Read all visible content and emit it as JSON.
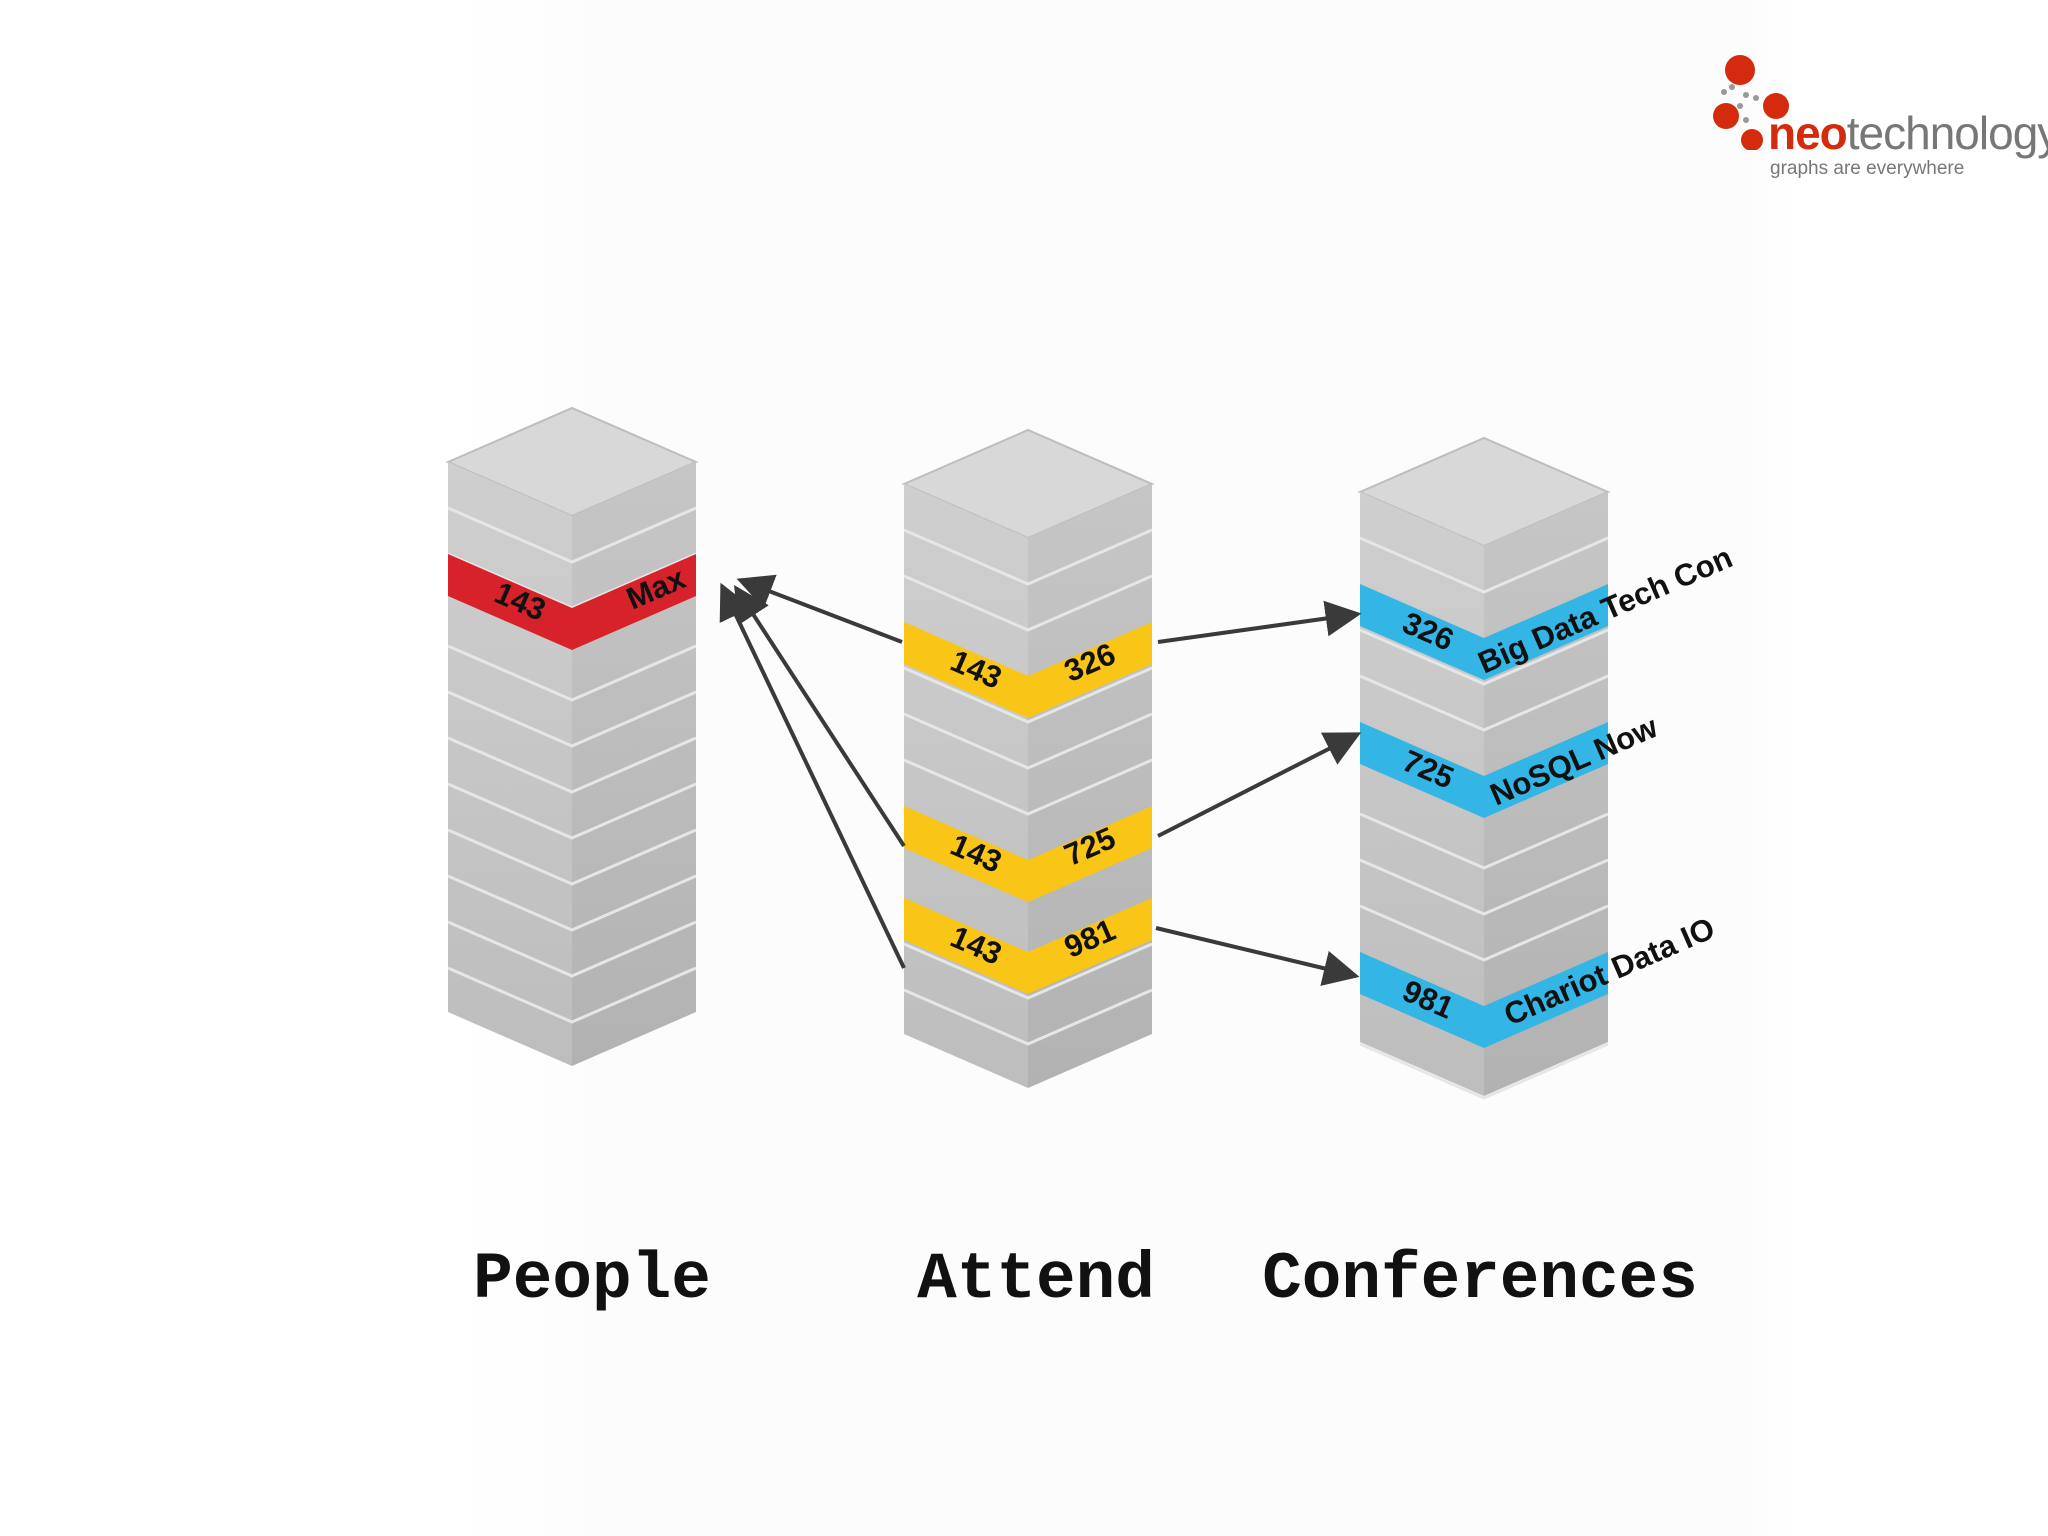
{
  "logo": {
    "brand_part_1": "neo",
    "brand_part_2": "technology",
    "tagline": "graphs are everywhere",
    "colors": {
      "dots": "#d42a0d",
      "text": "#777777"
    }
  },
  "columns": [
    {
      "label": "People",
      "highlight_color": "#d8222b"
    },
    {
      "label": "Attend",
      "highlight_color": "#f9c516"
    },
    {
      "label": "Conferences",
      "highlight_color": "#33b5e5"
    }
  ],
  "people_record": {
    "id": "143",
    "name": "Max"
  },
  "attend_records": [
    {
      "person_id": "143",
      "conference_id": "326"
    },
    {
      "person_id": "143",
      "conference_id": "725"
    },
    {
      "person_id": "143",
      "conference_id": "981"
    }
  ],
  "conference_records": [
    {
      "id": "326",
      "name": "Big Data Tech Con"
    },
    {
      "id": "725",
      "name": "NoSQL Now"
    },
    {
      "id": "981",
      "name": "Chariot Data IO"
    }
  ]
}
